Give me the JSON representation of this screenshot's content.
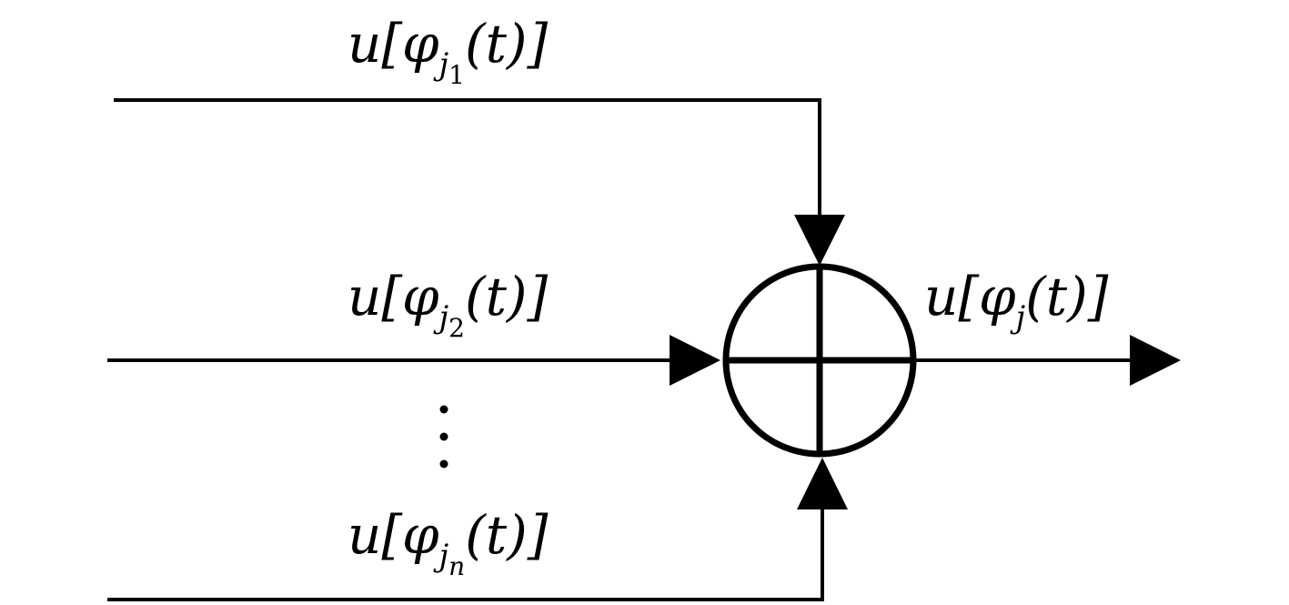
{
  "diagram": {
    "inputs": [
      {
        "label_prefix": "u[",
        "label_greek": "φ",
        "label_sub": "j",
        "label_subsub": "1",
        "label_suffix": "(t)]"
      },
      {
        "label_prefix": "u[",
        "label_greek": "φ",
        "label_sub": "j",
        "label_subsub": "2",
        "label_suffix": "(t)]"
      },
      {
        "label_prefix": "u[",
        "label_greek": "φ",
        "label_sub": "j",
        "label_subsub": "n",
        "label_suffix": "(t)]"
      }
    ],
    "ellipsis": "⋮",
    "output": {
      "label_prefix": "u[",
      "label_greek": "φ",
      "label_sub": "j",
      "label_suffix": "(t)]"
    },
    "summing_junction_icon": "circled-plus-icon"
  }
}
